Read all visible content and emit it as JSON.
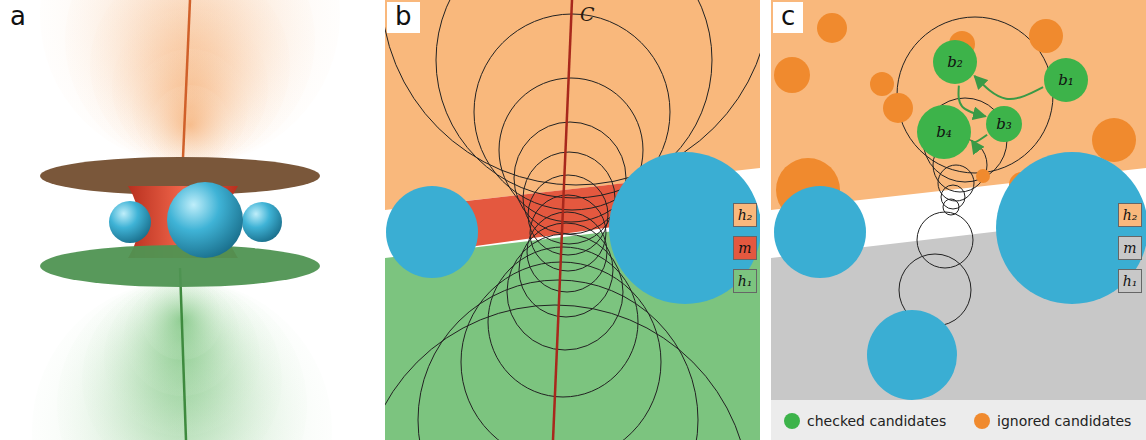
{
  "diagram": {
    "nodes": [
      {
        "text": [
          "b₁"
        ]
      },
      {
        "text": [
          "b₂"
        ]
      },
      {
        "text": [
          "b₃"
        ]
      },
      {
        "text": [
          "b₄"
        ]
      }
    ],
    "edges": [
      {
        "from": 0,
        "to": 1,
        "arrow": "to"
      },
      {
        "from": 1,
        "to": 2,
        "arrow": "to"
      },
      {
        "from": 2,
        "to": 3,
        "arrow": "to"
      }
    ],
    "labels": [
      "a",
      "b",
      "c",
      "C"
    ],
    "legend": [
      {
        "text": "h₂",
        "color": "#f9b87c"
      },
      {
        "text": "m",
        "color": "#e4583f"
      },
      {
        "text": "h₁",
        "color": "#7cc47f"
      },
      {
        "text": "h₂",
        "color": "#f9b87c"
      },
      {
        "text": "m",
        "color": "#c8c8c8"
      },
      {
        "text": "h₁",
        "color": "#c8c8c8"
      },
      {
        "text": "checked candidates",
        "color": "#3db34a"
      },
      {
        "text": "ignored candidates",
        "color": "#f08a2e"
      }
    ]
  }
}
